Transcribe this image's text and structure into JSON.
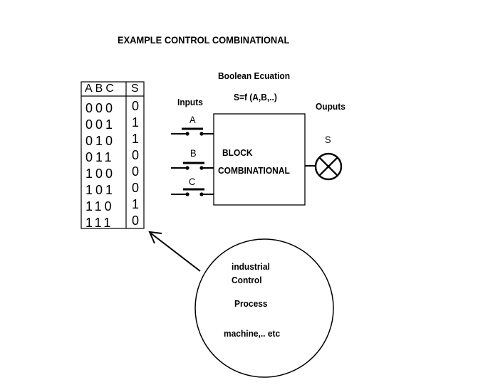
{
  "title": "EXAMPLE CONTROL COMBINATIONAL",
  "equation": {
    "heading": "Boolean Ecuation",
    "formula": "S=f (A,B,..)"
  },
  "inputs": {
    "label": "Inputs",
    "switches": [
      "A",
      "B",
      "C"
    ]
  },
  "outputs": {
    "label": "Ouputs",
    "lamp": "S"
  },
  "block": {
    "line1": "BLOCK",
    "line2": "COMBINATIONAL"
  },
  "truth_table": {
    "header_inputs": "ABC",
    "header_output": "S",
    "rows": [
      {
        "in": "000",
        "out": "0"
      },
      {
        "in": "001",
        "out": "1"
      },
      {
        "in": "010",
        "out": "1"
      },
      {
        "in": "011",
        "out": "0"
      },
      {
        "in": "100",
        "out": "0"
      },
      {
        "in": "101",
        "out": "0"
      },
      {
        "in": "110",
        "out": "1"
      },
      {
        "in": "111",
        "out": "0"
      }
    ]
  },
  "process": {
    "line1": "industrial",
    "line2": "Control",
    "line3": "Process",
    "line4": "machine,.. etc"
  }
}
